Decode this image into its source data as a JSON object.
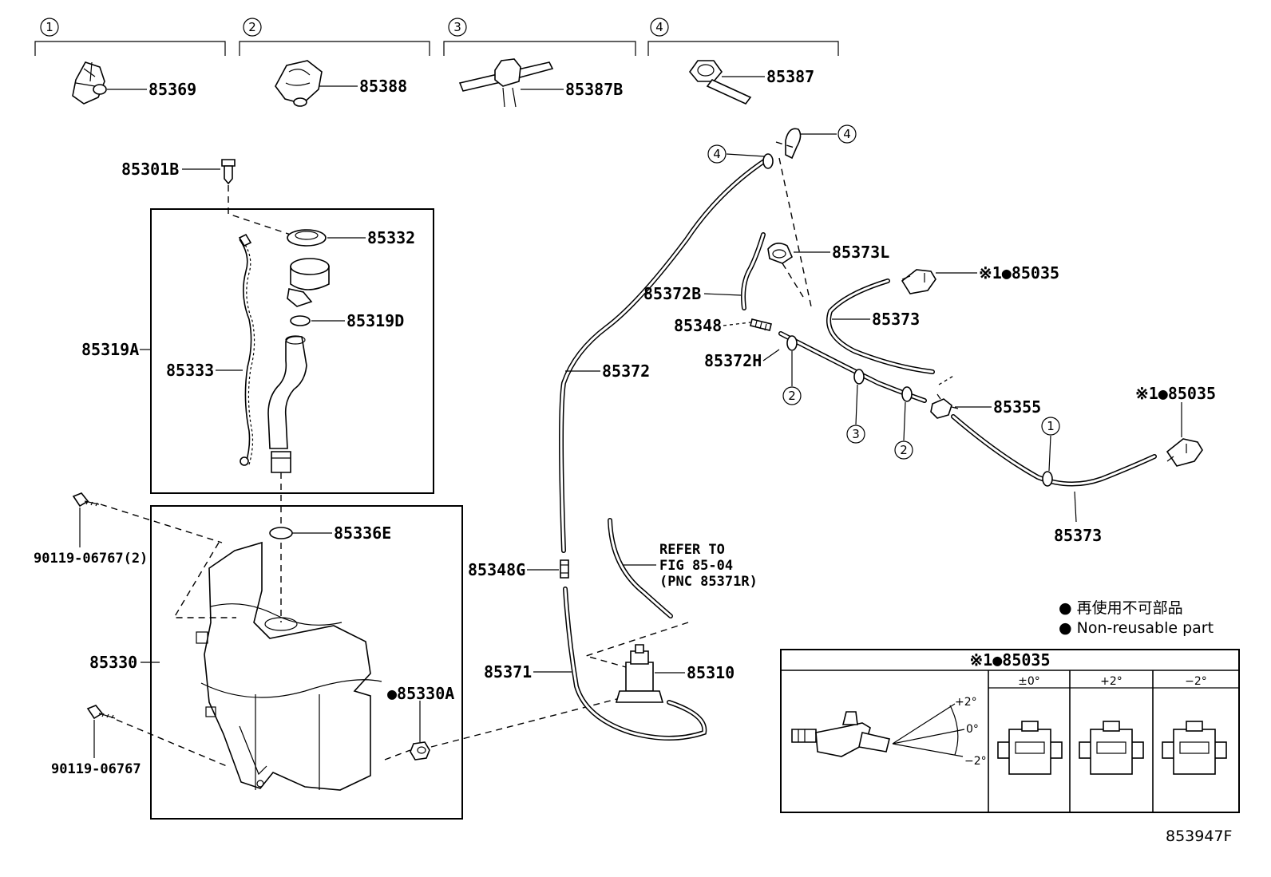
{
  "diagram_id": "853947F",
  "clip_groups": [
    {
      "marker": "1",
      "part": "85369"
    },
    {
      "marker": "2",
      "part": "85388"
    },
    {
      "marker": "3",
      "part": "85387B"
    },
    {
      "marker": "4",
      "part": "85387"
    }
  ],
  "parts": {
    "p85301B": "85301B",
    "p85332": "85332",
    "p85319D": "85319D",
    "p85319A": "85319A",
    "p85333": "85333",
    "p85336E": "85336E",
    "p90119_06767_2": "90119-06767(2)",
    "p90119_06767": "90119-06767",
    "p85330": "85330",
    "p85330A": "●85330A",
    "p85372": "85372",
    "p85348G": "85348G",
    "p85371": "85371",
    "p85310": "85310",
    "p85372B": "85372B",
    "p85348": "85348",
    "p85372H": "85372H",
    "p85373L": "85373L",
    "p85035_top": "※1●85035",
    "p85373_top": "85373",
    "p85355": "85355",
    "p85035_right": "※1●85035",
    "p85373_bottom": "85373"
  },
  "reference_note": [
    "REFER TO",
    "FIG 85-04",
    "(PNC 85371R)"
  ],
  "hose_clip_markers": {
    "top_left": "4",
    "top_right": "4",
    "mid_2a": "2",
    "mid_3": "3",
    "mid_2b": "2",
    "right_1": "1"
  },
  "legend": {
    "line_jp": "● 再使用不可部品",
    "line_en": "● Non-reusable part"
  },
  "detail_box": {
    "title": "※1●85035",
    "angle_labels": [
      "+2°",
      "0°",
      "−2°"
    ],
    "columns": [
      "±0°",
      "+2°",
      "−2°"
    ]
  }
}
